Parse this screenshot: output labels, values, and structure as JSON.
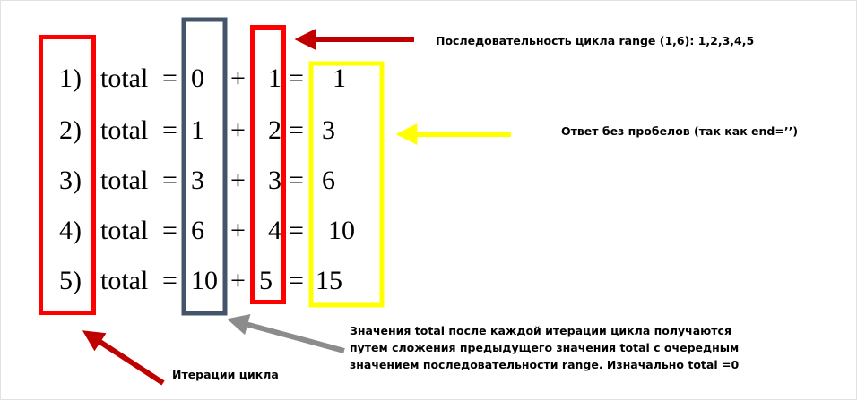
{
  "colors": {
    "red": "#ff0000",
    "dark_red": "#c00000",
    "slate": "#44546a",
    "yellow": "#ffff00",
    "gray": "#8c8c8c"
  },
  "rows": [
    {
      "index": "1)",
      "label": "total",
      "eq1": "=",
      "prev": "0",
      "plus": "+",
      "term": "1",
      "eq2": "=",
      "result": "1"
    },
    {
      "index": "2)",
      "label": "total",
      "eq1": "=",
      "prev": "1",
      "plus": "+",
      "term": "2",
      "eq2": "=",
      "result": "3"
    },
    {
      "index": "3)",
      "label": "total",
      "eq1": "=",
      "prev": "3",
      "plus": "+",
      "term": "3",
      "eq2": "=",
      "result": "6"
    },
    {
      "index": "4)",
      "label": "total",
      "eq1": "=",
      "prev": "6",
      "plus": "+",
      "term": "4",
      "eq2": "=",
      "result": "10"
    },
    {
      "index": "5)",
      "label": "total",
      "eq1": "=",
      "prev": "10",
      "plus": "+",
      "term": "5",
      "eq2": "=",
      "result": "15"
    }
  ],
  "annotations": {
    "sequence": "Последовательность цикла range (1,6): 1,2,3,4,5",
    "answer": "Ответ без пробелов (так как end=’’)",
    "iterations": "Итерации цикла",
    "total_lines": [
      "Значения total после каждой итерации цикла получаются",
      "путем сложения предыдущего значения total с очередным",
      "значением последовательности range. Изначально total =0"
    ]
  }
}
